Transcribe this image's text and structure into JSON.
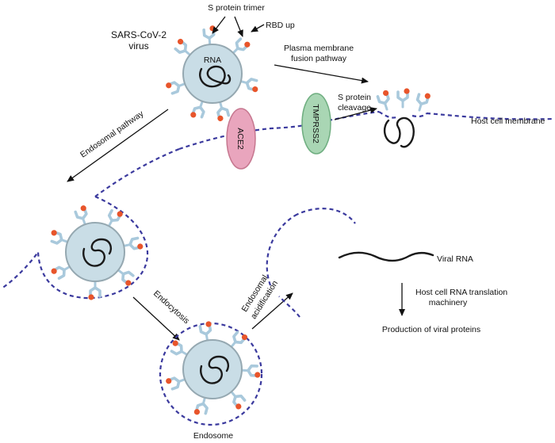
{
  "labels": {
    "s_protein_trimer": "S protein trimer",
    "rbd_up": "RBD up",
    "virus_line1": "SARS-CoV-2",
    "virus_line2": "virus",
    "rna": "RNA",
    "plasma_line1": "Plasma membrane",
    "plasma_line2": "fusion pathway",
    "s_cleavage_line1": "S protein",
    "s_cleavage_line2": "cleavage",
    "ace2": "ACE2",
    "tmprss2": "TMPRSS2",
    "host_cell_membrane": "Host cell membrane",
    "endosomal_pathway": "Endosomal pathway",
    "endocytosis": "Endocytosis",
    "acidification_line1": "Endosomal",
    "acidification_line2": "acidification",
    "viral_rna": "Viral RNA",
    "translation_line1": "Host cell RNA translation",
    "translation_line2": "machinery",
    "production": "Production of viral proteins",
    "endosome": "Endosome"
  },
  "colors": {
    "membrane": "#3b3a9e",
    "virion_fill": "#c9dde6",
    "virion_stroke": "#95a8b1",
    "spike": "#a9c9dc",
    "rbd": "#e8552b",
    "ace2_fill": "#e9a5bd",
    "ace2_stroke": "#c6778f",
    "tmprss2_fill": "#a9d6b4",
    "tmprss2_stroke": "#6fae80"
  }
}
